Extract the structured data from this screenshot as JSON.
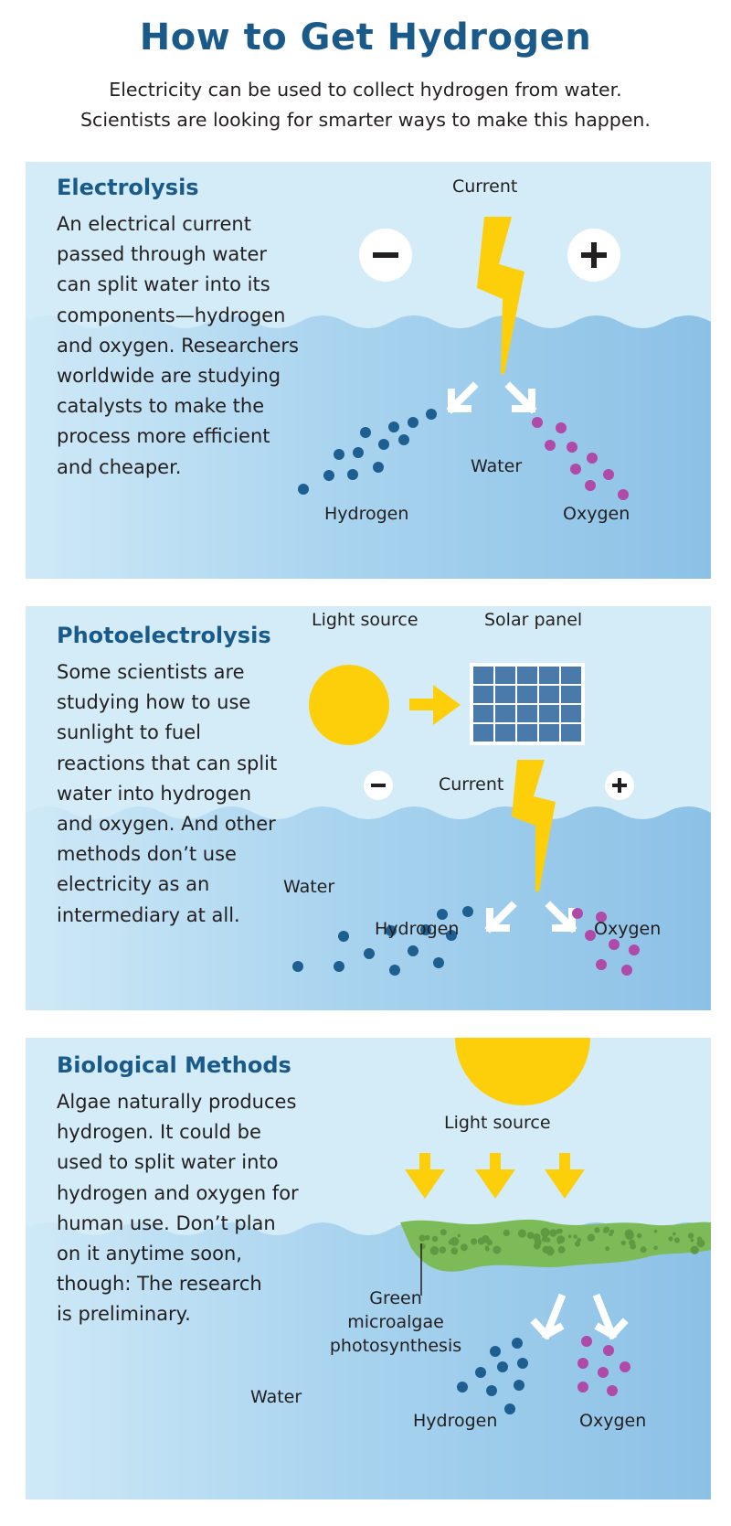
{
  "title": "How to Get Hydrogen",
  "subtitle_lines": [
    "Electricity can be used to collect hydrogen from water.",
    "Scientists are looking for smarter ways to make this happen."
  ],
  "colors": {
    "heading": "#1a5a8a",
    "sky": "#d3ecf8",
    "water": "#8fc4e8",
    "sun": "#fccf0a",
    "hydrogen": "#1e5f91",
    "oxygen": "#b04aa8",
    "algae": "#7dbb58",
    "panel_cells": "#4a7aaa"
  },
  "sections": {
    "electrolysis": {
      "heading": "Electrolysis",
      "body_lines": [
        "An electrical current",
        "passed through water",
        "can split water into its",
        "components—hydrogen",
        "and oxygen. Researchers",
        "worldwide are studying",
        "catalysts to make the",
        "process more efficient",
        "and cheaper."
      ],
      "labels": {
        "current": "Current",
        "water": "Water",
        "hydrogen": "Hydrogen",
        "oxygen": "Oxygen",
        "minus": "−",
        "plus": "+"
      }
    },
    "photoelectrolysis": {
      "heading": "Photoelectrolysis",
      "body_lines": [
        "Some scientists are",
        "studying how to use",
        "sunlight to fuel",
        "reactions that can split",
        "water into hydrogen",
        "and oxygen. And other",
        "methods don’t use",
        "electricity as an",
        "intermediary at all."
      ],
      "labels": {
        "light_source": "Light source",
        "solar_panel": "Solar panel",
        "current": "Current",
        "water": "Water",
        "hydrogen": "Hydrogen",
        "oxygen": "Oxygen",
        "minus": "−",
        "plus": "+"
      }
    },
    "biological": {
      "heading": "Biological Methods",
      "body_lines": [
        "Algae naturally produces",
        "hydrogen. It could be",
        "used to split water into",
        "hydrogen and oxygen for",
        "human use. Don’t plan",
        "on it anytime soon,",
        "though: The research",
        "is preliminary."
      ],
      "labels": {
        "light_source": "Light source",
        "algae_line1": "Green",
        "algae_line2": "microalgae",
        "algae_line3": "photosynthesis",
        "water": "Water",
        "hydrogen": "Hydrogen",
        "oxygen": "Oxygen"
      }
    }
  }
}
